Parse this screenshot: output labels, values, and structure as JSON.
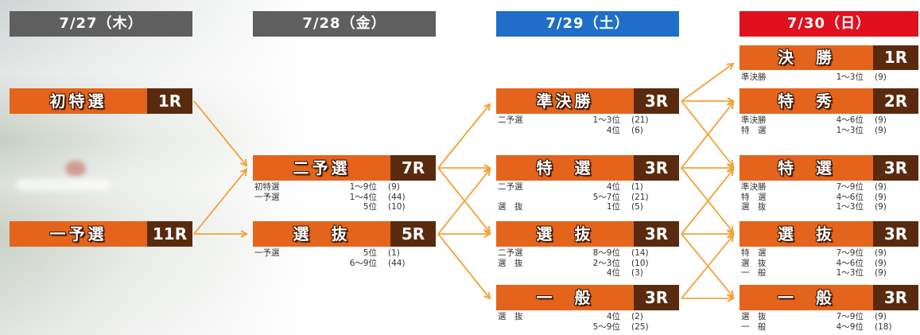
{
  "theme": {
    "race_color": "#e4641c",
    "rounds_color": "#5a2a0e",
    "arrow_color": "#f2a33a"
  },
  "columns": [
    {
      "label": "7/27（木）",
      "color": "#5f5f5f",
      "races": [
        {
          "name": "初特選",
          "rounds": "1R"
        },
        {
          "name": "一予選",
          "rounds": "11R"
        }
      ]
    },
    {
      "label": "7/28（金）",
      "color": "#5f5f5f",
      "races": [
        {
          "name": "二予選",
          "rounds": "7R",
          "details": [
            {
              "from": "初特選",
              "rank": "1〜9位",
              "count": "(9)"
            },
            {
              "from": "一予選",
              "rank": "1〜4位",
              "count": "(44)"
            },
            {
              "rank": "5位",
              "count": "(10)"
            }
          ]
        },
        {
          "name": "選　抜",
          "rounds": "5R",
          "details": [
            {
              "from": "一予選",
              "rank": "5位",
              "count": "(1)"
            },
            {
              "rank": "6〜9位",
              "count": "(44)"
            }
          ]
        }
      ]
    },
    {
      "label": "7/29（土）",
      "color": "#1f6fc8",
      "races": [
        {
          "name": "準決勝",
          "rounds": "3R",
          "details": [
            {
              "from": "二予選",
              "rank": "1〜3位",
              "count": "(21)"
            },
            {
              "rank": "4位",
              "count": "(6)"
            }
          ]
        },
        {
          "name": "特　選",
          "rounds": "3R",
          "details": [
            {
              "from": "二予選",
              "rank": "4位",
              "count": "(1)"
            },
            {
              "rank": "5〜7位",
              "count": "(21)"
            },
            {
              "from": "選　抜",
              "rank": "1位",
              "count": "(5)"
            }
          ]
        },
        {
          "name": "選　抜",
          "rounds": "3R",
          "details": [
            {
              "from": "二予選",
              "rank": "8〜9位",
              "count": "(14)"
            },
            {
              "from": "選　抜",
              "rank": "2〜3位",
              "count": "(10)"
            },
            {
              "rank": "4位",
              "count": "(3)"
            }
          ]
        },
        {
          "name": "一　般",
          "rounds": "3R",
          "details": [
            {
              "from": "選　抜",
              "rank": "4位",
              "count": "(2)"
            },
            {
              "rank": "5〜9位",
              "count": "(25)"
            }
          ]
        }
      ]
    },
    {
      "label": "7/30（日）",
      "color": "#e0101e",
      "races": [
        {
          "name": "決　勝",
          "rounds": "1R",
          "details": [
            {
              "from": "準決勝",
              "rank": "1〜3位",
              "count": "(9)"
            }
          ]
        },
        {
          "name": "特　秀",
          "rounds": "2R",
          "details": [
            {
              "from": "準決勝",
              "rank": "4〜6位",
              "count": "(9)"
            },
            {
              "from": "特　選",
              "rank": "1〜3位",
              "count": "(9)"
            }
          ]
        },
        {
          "name": "特　選",
          "rounds": "3R",
          "details": [
            {
              "from": "準決勝",
              "rank": "7〜9位",
              "count": "(9)"
            },
            {
              "from": "特　選",
              "rank": "4〜6位",
              "count": "(9)"
            },
            {
              "from": "選　抜",
              "rank": "1〜3位",
              "count": "(9)"
            }
          ]
        },
        {
          "name": "選　抜",
          "rounds": "3R",
          "details": [
            {
              "from": "特　選",
              "rank": "7〜9位",
              "count": "(9)"
            },
            {
              "from": "選　抜",
              "rank": "4〜6位",
              "count": "(9)"
            },
            {
              "from": "一　般",
              "rank": "1〜3位",
              "count": "(9)"
            }
          ]
        },
        {
          "name": "一　般",
          "rounds": "3R",
          "details": [
            {
              "from": "選　抜",
              "rank": "7〜9位",
              "count": "(9)"
            },
            {
              "from": "一　般",
              "rank": "4〜9位",
              "count": "(18)"
            }
          ]
        }
      ]
    }
  ]
}
